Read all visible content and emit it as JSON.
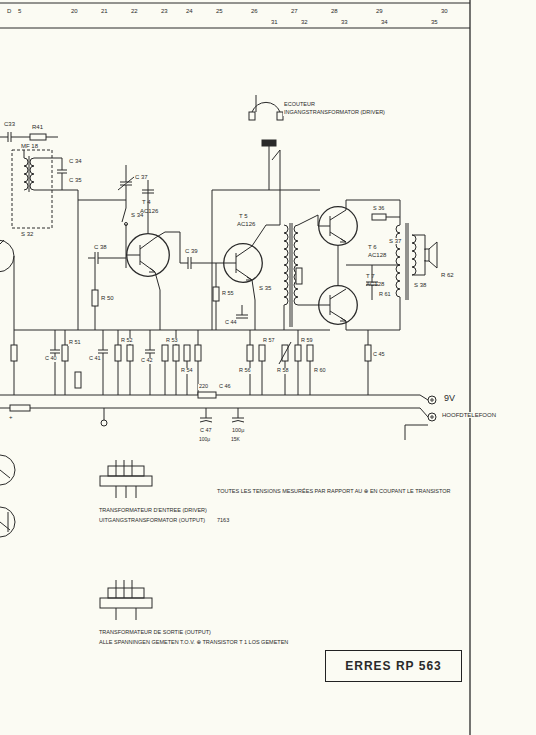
{
  "diagram": {
    "nodes": [
      {
        "text": [
          "ERRES RP 563"
        ]
      },
      {
        "text": [
          "T 4",
          "AC126"
        ]
      },
      {
        "text": [
          "T 5",
          "AC126"
        ]
      },
      {
        "text": [
          "T 6",
          "AC128"
        ]
      },
      {
        "text": [
          "T 7",
          "AC128"
        ]
      }
    ],
    "edges": [
      {
        "from": 3,
        "to": 4,
        "arrow": "none"
      }
    ],
    "labels": [
      "D",
      "5",
      "20",
      "21",
      "22",
      "23",
      "24",
      "25",
      "26",
      "27",
      "28",
      "29",
      "30",
      "31",
      "32",
      "33",
      "34",
      "35",
      "C33",
      "R41",
      "MF 18",
      "C 34",
      "C 35",
      "S 32",
      "C 37",
      "S 34",
      "C 38",
      "C 39",
      "R 50",
      "R 51",
      "C 40",
      "C 41",
      "R 52",
      "C 42",
      "R 53",
      "R 54",
      "R 55",
      "C 44",
      "S 35",
      "R 56",
      "R 57",
      "R 58",
      "R 59",
      "R 60",
      "C 45",
      "R 61",
      "S 36",
      "S 37",
      "S 38",
      "R 62",
      "220",
      "C 46",
      "C 47",
      "100μ",
      "100μ",
      "15K",
      "+",
      "9V",
      "HOOFDTELEFOON",
      "ECOUTEUR",
      "INGANGSTRANSFORMATOR (DRIVER)",
      "TRANSFORMATEUR D'ENTREE (DRIVER)",
      "UITGANGSTRANSFORMATOR (OUTPUT)",
      "TRANSFORMATEUR DE SORTIE (OUTPUT)",
      "ALLE SPANNINGEN GEMETEN T.O.V. ⊕ TRANSISTOR T 1 LOS GEMETEN",
      "TOUTES LES TENSIONS MESURÉES PAR RAPPORT AU ⊕ EN COUPANT LE TRANSISTOR",
      "7163"
    ]
  }
}
